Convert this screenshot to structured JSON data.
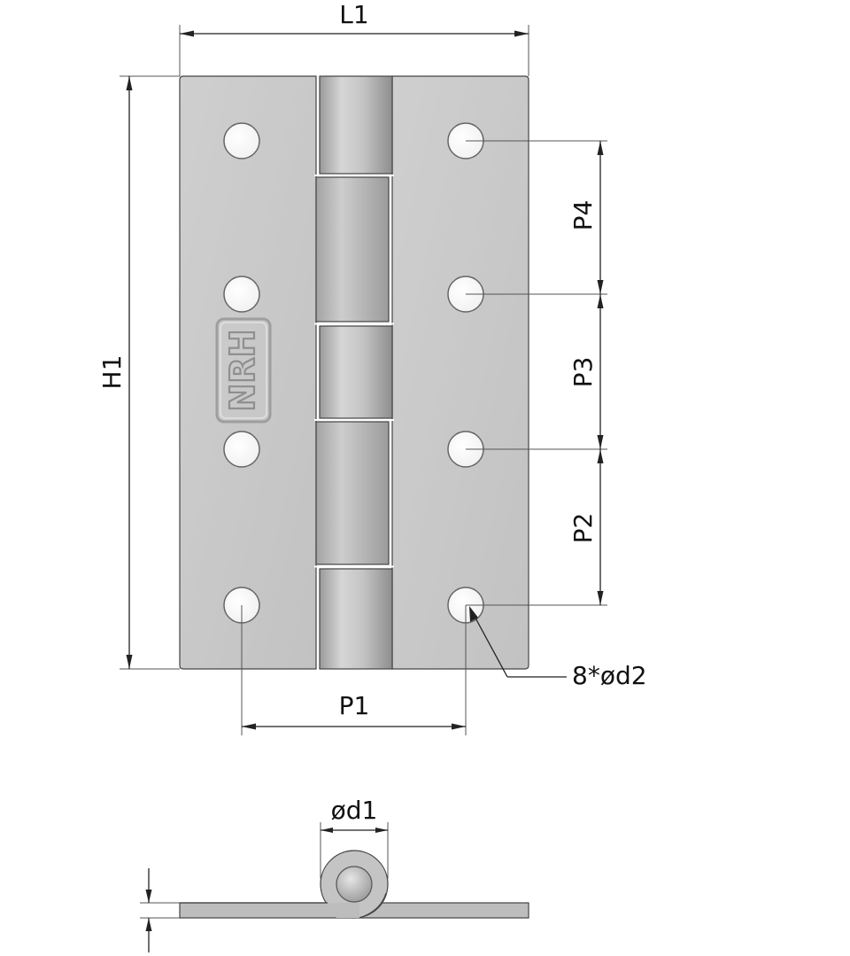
{
  "labels": {
    "length": "L1",
    "height": "H1",
    "pitch_horizontal": "P1",
    "pitch_2": "P2",
    "pitch_3": "P3",
    "pitch_4": "P4",
    "hole_spec": "8*ød2",
    "knuckle_diameter": "ød1"
  },
  "logo": {
    "text": "NRH"
  },
  "colors": {
    "leaf": "#c8c8c8",
    "knuckle": "#b9b9b9",
    "outline": "#444444",
    "background": "#ffffff"
  }
}
